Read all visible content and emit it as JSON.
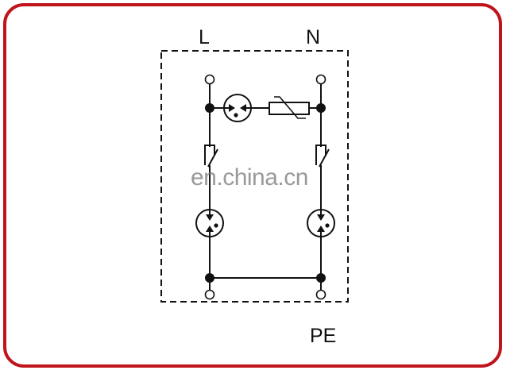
{
  "diagram": {
    "type": "surge-protector-schematic",
    "labels": {
      "line": "L",
      "neutral": "N",
      "protective_earth": "PE"
    },
    "watermark": "en.china.cn",
    "colors": {
      "frame": "#c0141c",
      "lines": "#111111",
      "watermark": "#787878"
    },
    "components": [
      {
        "id": "terminal-L-top",
        "kind": "terminal"
      },
      {
        "id": "terminal-N-top",
        "kind": "terminal"
      },
      {
        "id": "gas-discharge-tube-LN",
        "kind": "gas-discharge-tube",
        "between": [
          "L",
          "N"
        ]
      },
      {
        "id": "varistor-LN",
        "kind": "varistor",
        "between": [
          "L",
          "N"
        ]
      },
      {
        "id": "thermal-disconnect-L",
        "kind": "thermal-switch",
        "branch": "L"
      },
      {
        "id": "thermal-disconnect-N",
        "kind": "thermal-switch",
        "branch": "N"
      },
      {
        "id": "gas-discharge-tube-L",
        "kind": "gas-discharge-tube",
        "branch": "L"
      },
      {
        "id": "gas-discharge-tube-N",
        "kind": "gas-discharge-tube",
        "branch": "N"
      },
      {
        "id": "terminal-L-bottom",
        "kind": "terminal"
      },
      {
        "id": "terminal-N-bottom",
        "kind": "terminal"
      }
    ]
  }
}
